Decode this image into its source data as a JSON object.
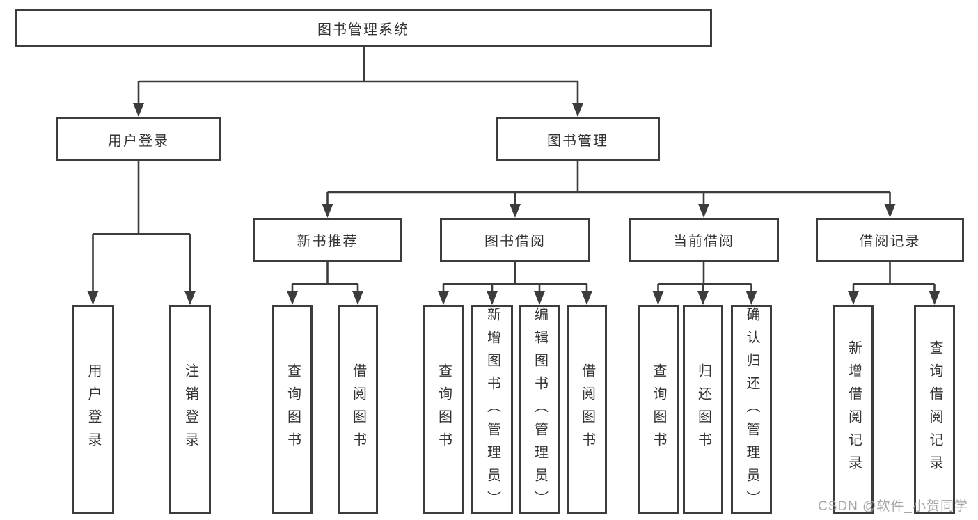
{
  "root": {
    "label": "图书管理系统"
  },
  "user": {
    "label": "用户登录",
    "children": [
      {
        "label": "用户登录"
      },
      {
        "label": "注销登录"
      }
    ]
  },
  "mgmt": {
    "label": "图书管理",
    "groups": [
      {
        "label": "新书推荐",
        "children": [
          {
            "label": "查询图书"
          },
          {
            "label": "借阅图书"
          }
        ]
      },
      {
        "label": "图书借阅",
        "children": [
          {
            "label": "查询图书"
          },
          {
            "label": "新增图书（管理员）"
          },
          {
            "label": "编辑图书（管理员）"
          },
          {
            "label": "借阅图书"
          }
        ]
      },
      {
        "label": "当前借阅",
        "children": [
          {
            "label": "查询图书"
          },
          {
            "label": "归还图书"
          },
          {
            "label": "确认归还（管理员）"
          }
        ]
      },
      {
        "label": "借阅记录",
        "children": [
          {
            "label": "新增借阅记录"
          },
          {
            "label": "查询借阅记录"
          }
        ]
      }
    ]
  },
  "watermark": {
    "text": "CSDN @软件_小贺同学"
  },
  "colors": {
    "line": "#3c3c3c",
    "box_border": "#3c3c3c",
    "text": "#333333",
    "watermark_text": "#9e9e9e"
  }
}
